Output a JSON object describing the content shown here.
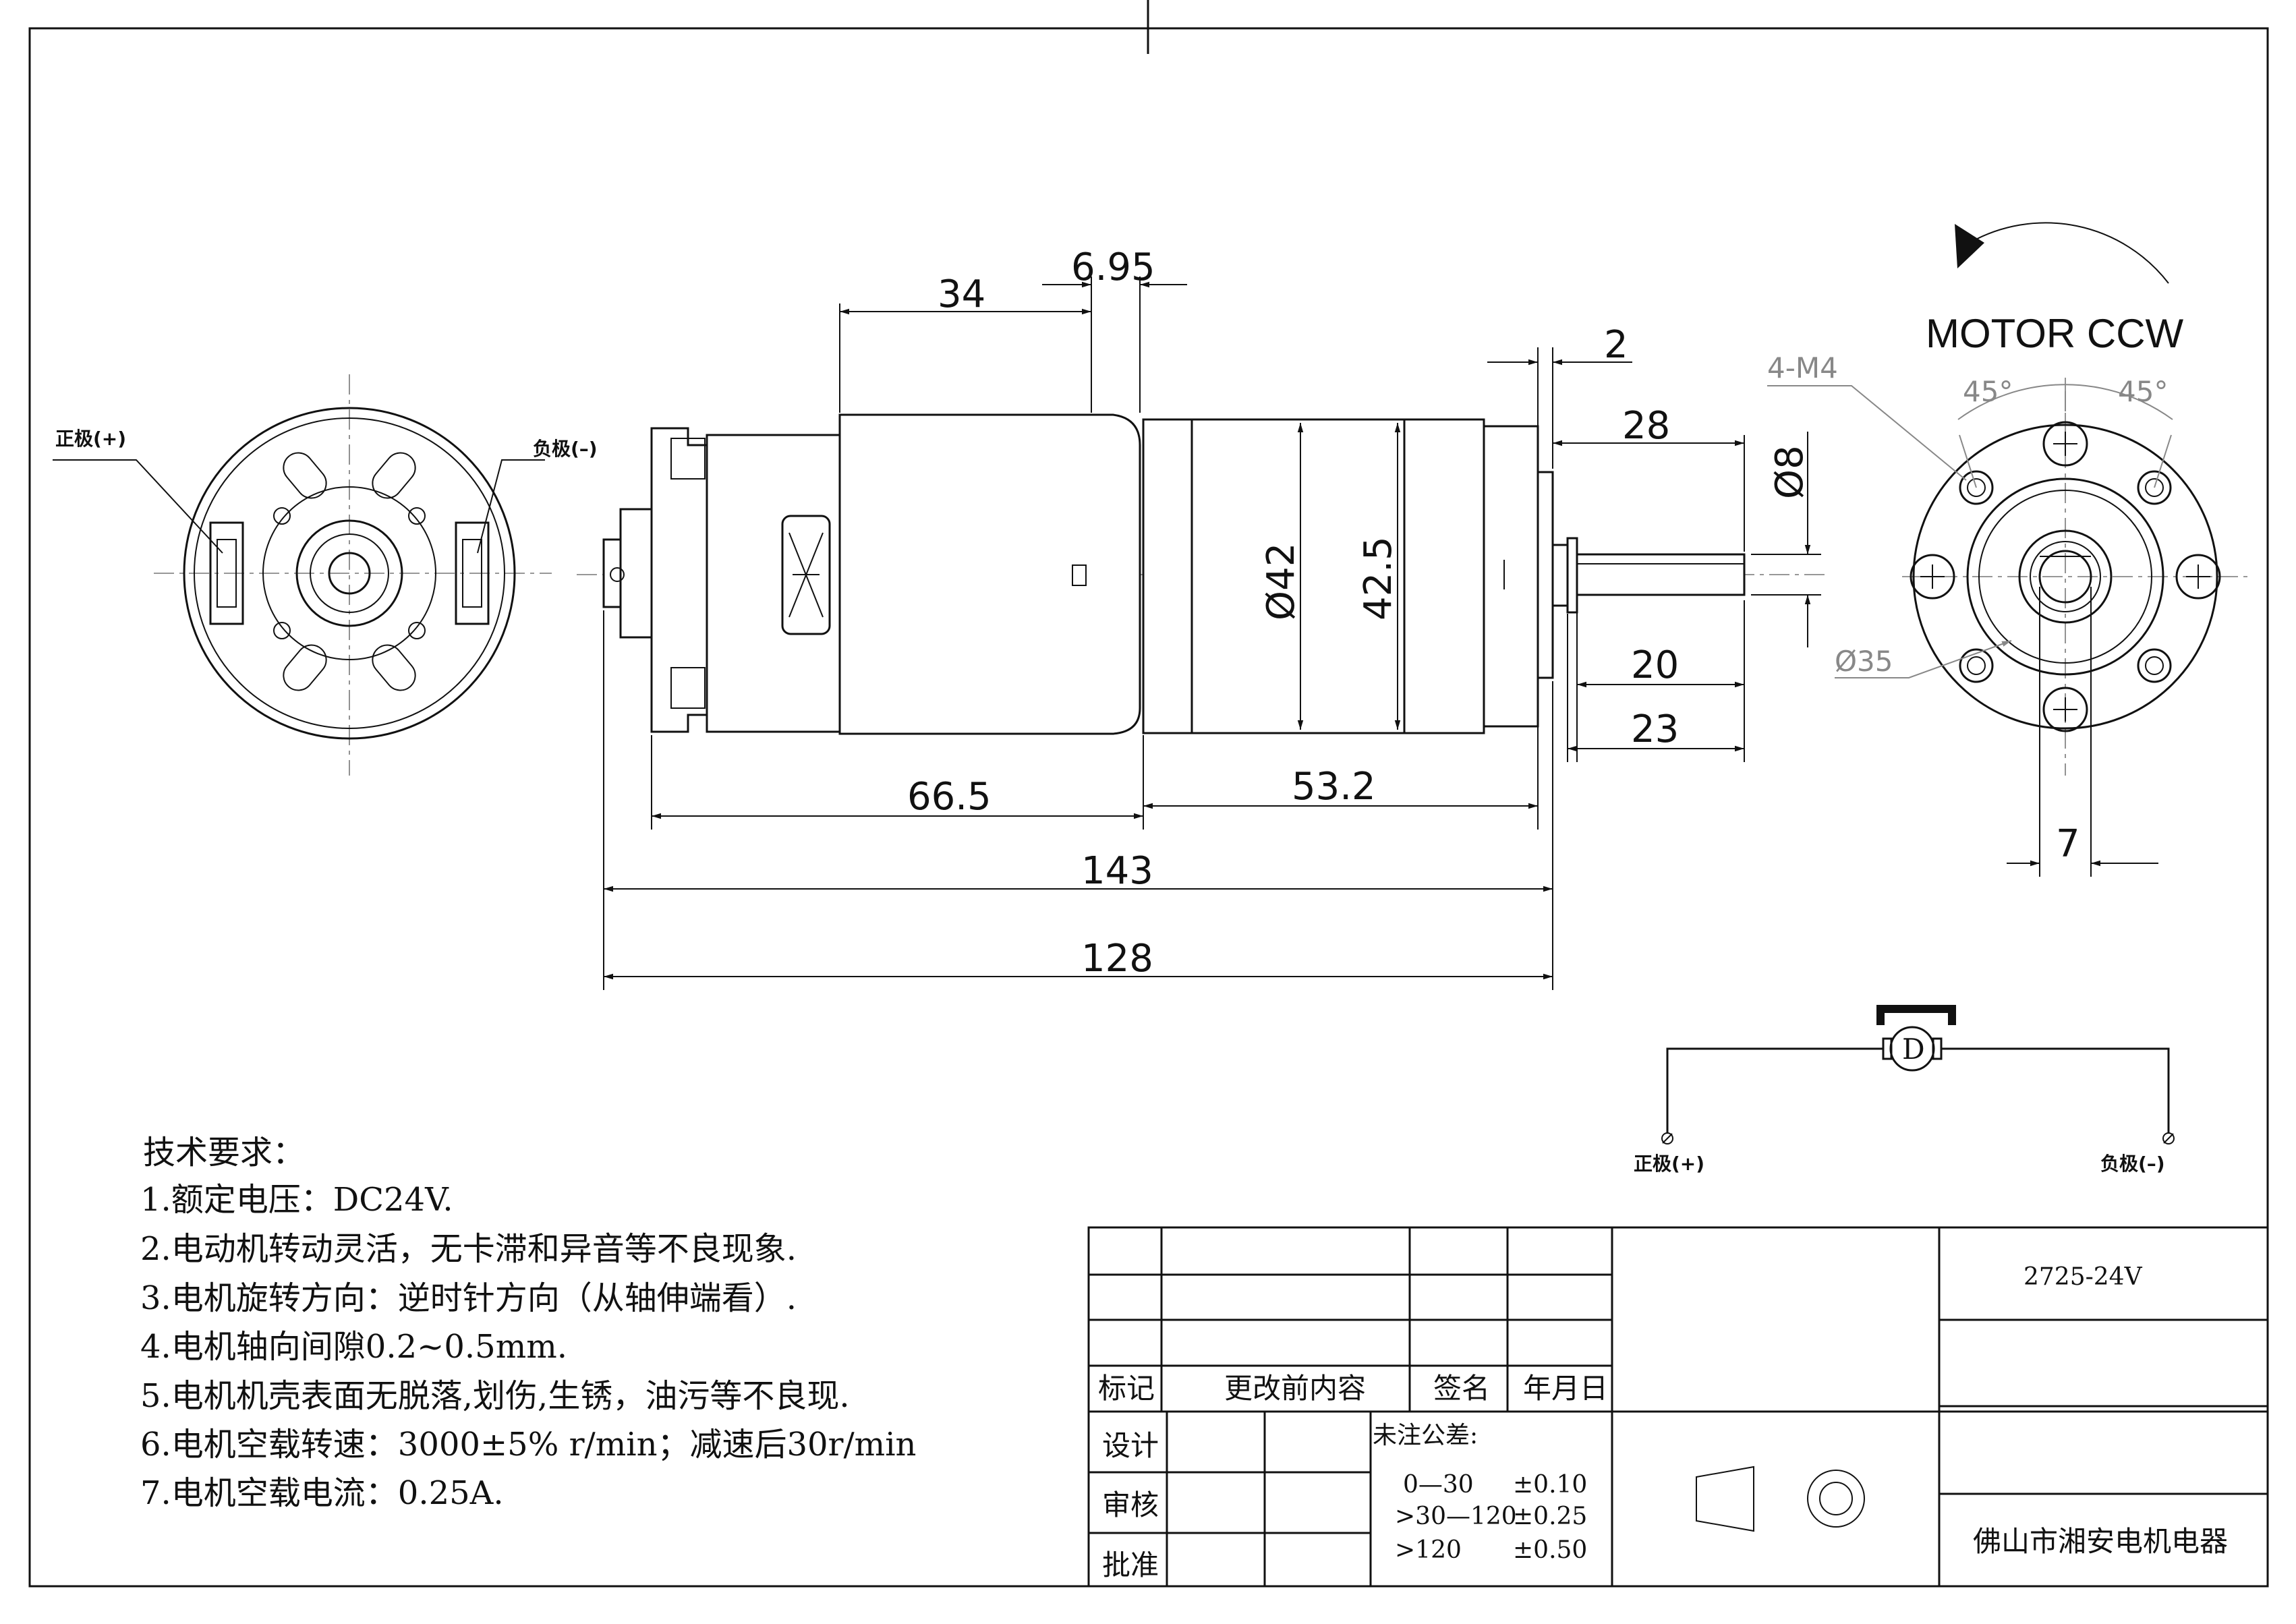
{
  "dimensions": {
    "d34": "34",
    "d695": "6.95",
    "d2": "2",
    "d28": "28",
    "d8": "Ø8",
    "d42": "Ø42",
    "d425": "42.5",
    "d20": "20",
    "d23": "23",
    "d665": "66.5",
    "d532": "53.2",
    "d143": "143",
    "d128": "128",
    "d35": "Ø35",
    "d7": "7",
    "m4": "4-M4",
    "a45l": "45°",
    "a45r": "45°"
  },
  "labels": {
    "pos_front": "正极(+)",
    "neg_front": "负极(–)",
    "motor_ccw": "MOTOR  CCW",
    "pos_schem": "正极(+)",
    "neg_schem": "负极(–)",
    "motor_symbol": "D"
  },
  "notes": {
    "title": "技术要求：",
    "items": [
      "1.额定电压：DC24V.",
      "2.电动机转动灵活，无卡滞和异音等不良现象.",
      "3.电机旋转方向：逆时针方向（从轴伸端看）.",
      "4.电机轴向间隙0.2~0.5mm.",
      "5.电机机壳表面无脱落,划伤,生锈，油污等不良现.",
      "6.电机空载转速：3000±5% r/min；减速后30r/min",
      "7.电机空载电流：0.25A."
    ]
  },
  "title_block": {
    "model": "2725-24V",
    "company": "佛山市湘安电机电器",
    "col_mark": "标记",
    "col_change": "更改前内容",
    "col_sign": "签名",
    "col_date": "年月日",
    "row_design": "设计",
    "row_review": "审核",
    "row_approve": "批准",
    "tol_title": "未注公差:",
    "tol_rows": [
      {
        "range": "0—30",
        "tol": "±0.10"
      },
      {
        "range": ">30—120",
        "tol": "±0.25"
      },
      {
        "range": ">120",
        "tol": "±0.50"
      }
    ]
  }
}
